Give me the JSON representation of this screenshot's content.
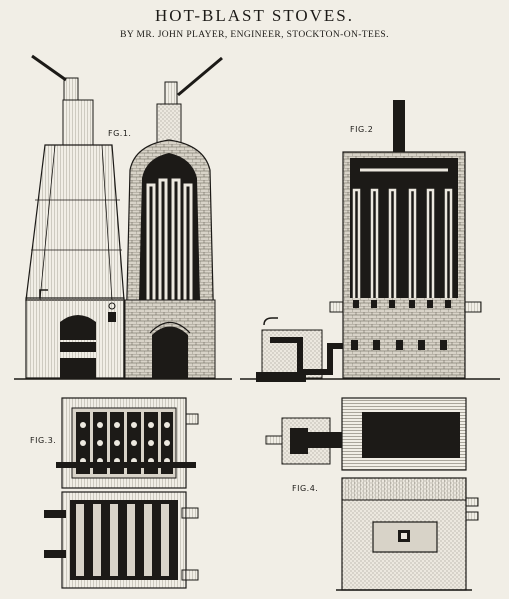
{
  "header": {
    "title": "HOT-BLAST STOVES.",
    "subtitle": "BY MR. JOHN PLAYER, ENGINEER, STOCKTON-ON-TEES."
  },
  "figures": {
    "fig1": "FG.1.",
    "fig2": "FIG.2",
    "fig3": "FIG.3.",
    "fig4": "FIG.4."
  },
  "colors": {
    "paper": "#f1eee6",
    "ink": "#1c1a17",
    "hatch": "#bdb8ad"
  }
}
